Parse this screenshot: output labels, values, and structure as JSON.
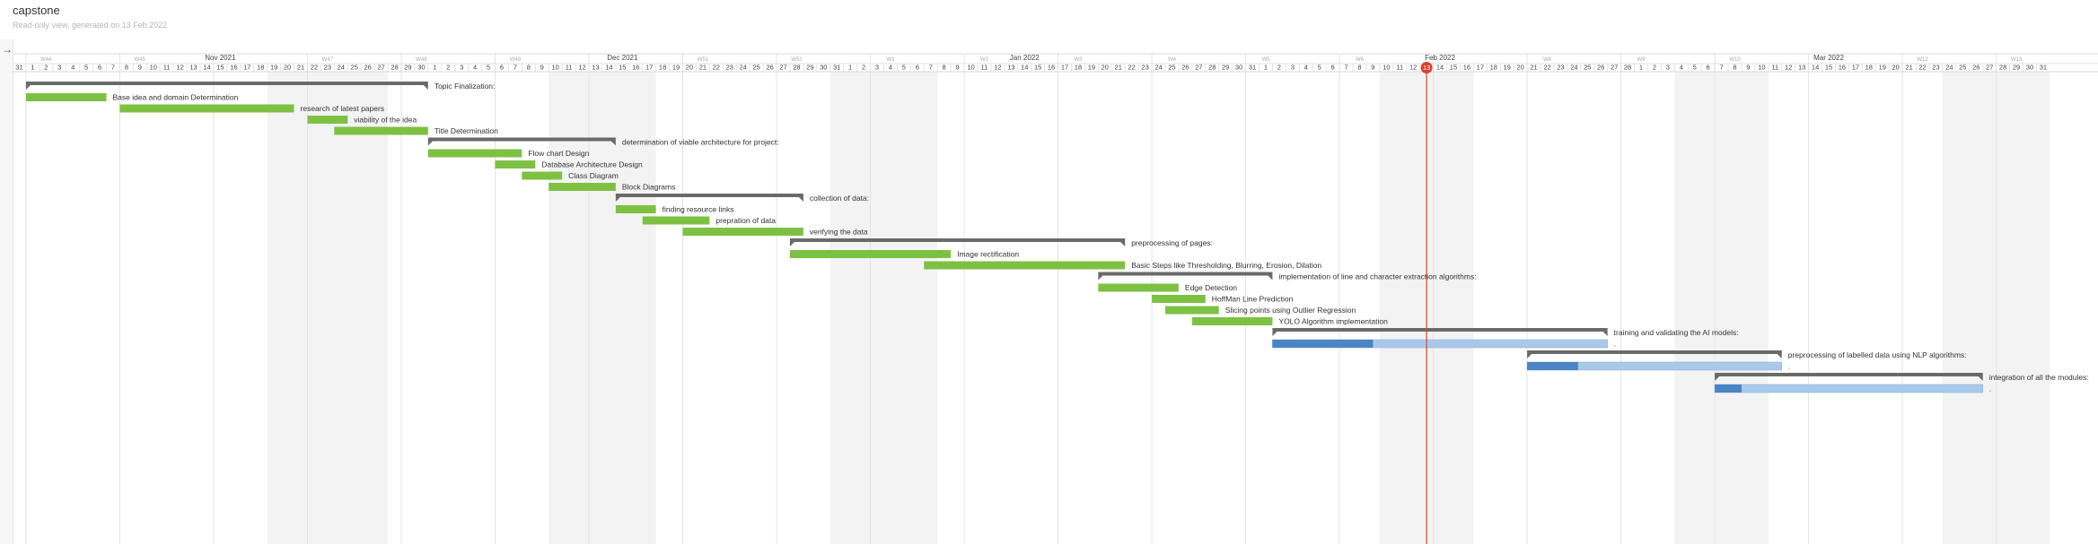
{
  "app": {
    "title": "capstone",
    "subtitle": "Read-only view, generated on 13 Feb 2022",
    "collapse_icon": "arrow-right-icon"
  },
  "timeline": {
    "start_date": "2021-10-31",
    "end_date": "2022-04-01",
    "today": "2022-02-13",
    "today_label": "13",
    "months": [
      {
        "label": "Nov 2021",
        "date": "2021-11-15"
      },
      {
        "label": "Dec 2021",
        "date": "2021-12-15"
      },
      {
        "label": "Jan 2022",
        "date": "2022-01-14"
      },
      {
        "label": "Feb 2022",
        "date": "2022-02-14"
      },
      {
        "label": "Mar 2022",
        "date": "2022-03-15"
      }
    ],
    "weeks": [
      {
        "label": "W44",
        "date": "2021-11-02"
      },
      {
        "label": "W45",
        "date": "2021-11-09"
      },
      {
        "label": "W47",
        "date": "2021-11-23"
      },
      {
        "label": "W48",
        "date": "2021-11-30"
      },
      {
        "label": "W49",
        "date": "2021-12-07"
      },
      {
        "label": "W51",
        "date": "2021-12-21"
      },
      {
        "label": "W52",
        "date": "2021-12-28"
      },
      {
        "label": "W1",
        "date": "2022-01-04"
      },
      {
        "label": "W2",
        "date": "2022-01-11"
      },
      {
        "label": "W3",
        "date": "2022-01-18"
      },
      {
        "label": "W4",
        "date": "2022-01-25"
      },
      {
        "label": "W5",
        "date": "2022-02-01"
      },
      {
        "label": "W6",
        "date": "2022-02-08"
      },
      {
        "label": "W8",
        "date": "2022-02-22"
      },
      {
        "label": "W9",
        "date": "2022-03-01"
      },
      {
        "label": "W10",
        "date": "2022-03-08"
      },
      {
        "label": "W12",
        "date": "2022-03-22"
      },
      {
        "label": "W13",
        "date": "2022-03-29"
      }
    ],
    "shaded_ranges": [
      [
        "2021-11-19",
        "2021-11-27"
      ],
      [
        "2021-12-10",
        "2021-12-17"
      ],
      [
        "2021-12-31",
        "2022-01-07"
      ],
      [
        "2022-02-10",
        "2022-02-16"
      ],
      [
        "2022-03-04",
        "2022-03-10"
      ],
      [
        "2022-03-24",
        "2022-03-31"
      ]
    ]
  },
  "colors": {
    "task": "#7dc143",
    "group": "#6a6a6a",
    "progress_done": "#4a86c6",
    "progress_track": "#a9c8ea",
    "today": "#d9412b",
    "grid": "#e4e4e4",
    "weekend": "#f3f3f3"
  },
  "tasks": [
    {
      "name": "Topic Finalization:",
      "type": "group",
      "start": "2021-11-01",
      "end": "2021-11-30"
    },
    {
      "name": "Base idea and domain Determination",
      "type": "task",
      "start": "2021-11-01",
      "end": "2021-11-06"
    },
    {
      "name": "research of latest papers",
      "type": "task",
      "start": "2021-11-08",
      "end": "2021-11-20"
    },
    {
      "name": "viability of the idea",
      "type": "task",
      "start": "2021-11-22",
      "end": "2021-11-24"
    },
    {
      "name": "Title Determination",
      "type": "task",
      "start": "2021-11-24",
      "end": "2021-11-30"
    },
    {
      "name": "determination of viable architecture for project:",
      "type": "group",
      "start": "2021-12-01",
      "end": "2021-12-14"
    },
    {
      "name": "Flow chart Design",
      "type": "task",
      "start": "2021-12-01",
      "end": "2021-12-07"
    },
    {
      "name": "Database Architecture Design",
      "type": "task",
      "start": "2021-12-06",
      "end": "2021-12-08"
    },
    {
      "name": "Class Diagram",
      "type": "task",
      "start": "2021-12-08",
      "end": "2021-12-10"
    },
    {
      "name": "Block Diagrams",
      "type": "task",
      "start": "2021-12-10",
      "end": "2021-12-14"
    },
    {
      "name": "collection of data:",
      "type": "group",
      "start": "2021-12-15",
      "end": "2021-12-28"
    },
    {
      "name": "finding resource links",
      "type": "task",
      "start": "2021-12-15",
      "end": "2021-12-17"
    },
    {
      "name": "prepration of data",
      "type": "task",
      "start": "2021-12-17",
      "end": "2021-12-21"
    },
    {
      "name": "verifying the data",
      "type": "task",
      "start": "2021-12-20",
      "end": "2021-12-28"
    },
    {
      "name": "preprocessing of pages:",
      "type": "group",
      "start": "2021-12-28",
      "end": "2022-01-21"
    },
    {
      "name": "Image rectification",
      "type": "task",
      "start": "2021-12-28",
      "end": "2022-01-08"
    },
    {
      "name": "Basic Steps like Thresholding, Blurring, Erosion, Dilation",
      "type": "task",
      "start": "2022-01-07",
      "end": "2022-01-21"
    },
    {
      "name": "implementation of line and character extraction algorithms:",
      "type": "group",
      "start": "2022-01-20",
      "end": "2022-02-01"
    },
    {
      "name": "Edge Detection",
      "type": "task",
      "start": "2022-01-20",
      "end": "2022-01-25"
    },
    {
      "name": "HoffMan Line Prediction",
      "type": "task",
      "start": "2022-01-24",
      "end": "2022-01-27"
    },
    {
      "name": "Slicing points using Outlier Regression",
      "type": "task",
      "start": "2022-01-25",
      "end": "2022-01-28"
    },
    {
      "name": "YOLO Algorithm implementation",
      "type": "task",
      "start": "2022-01-27",
      "end": "2022-02-01"
    },
    {
      "name": "training and validating the AI models:",
      "type": "group",
      "start": "2022-02-02",
      "end": "2022-02-26"
    },
    {
      "name": ".",
      "type": "progress",
      "start": "2022-02-02",
      "end": "2022-02-26",
      "progress": 0.3
    },
    {
      "name": "preprocessing of labelled data using NLP algorithms:",
      "type": "group",
      "start": "2022-02-21",
      "end": "2022-03-11"
    },
    {
      "name": ".",
      "type": "progress",
      "start": "2022-02-21",
      "end": "2022-03-11",
      "progress": 0.2
    },
    {
      "name": "integration of all the modules:",
      "type": "group",
      "start": "2022-03-07",
      "end": "2022-03-26"
    },
    {
      "name": ".",
      "type": "progress",
      "start": "2022-03-07",
      "end": "2022-03-26",
      "progress": 0.1
    }
  ]
}
